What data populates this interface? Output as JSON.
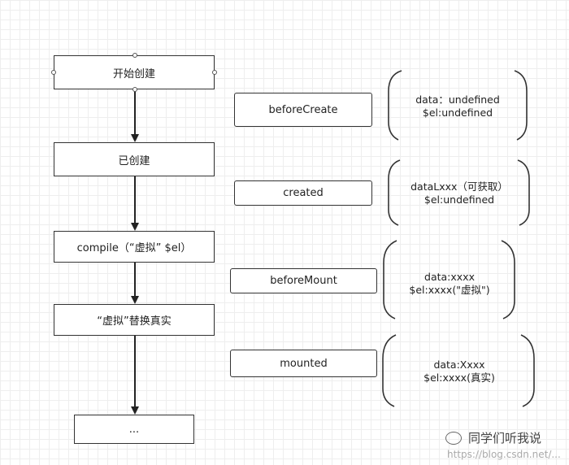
{
  "flow_steps": [
    "开始创建",
    "已创建",
    "compile（“虚拟” $el）",
    "“虚拟”替换真实",
    "..."
  ],
  "hooks": [
    "beforeCreate",
    "created",
    "beforeMount",
    "mounted"
  ],
  "notes": [
    {
      "line1": "data：undefined",
      "line2": "$el:undefined"
    },
    {
      "line1": "dataLxxx（可获取）",
      "line2": "$el:undefined"
    },
    {
      "line1": "data:xxxx",
      "line2": "$el:xxxx(\"虚拟\")"
    },
    {
      "line1": "data:Xxxx",
      "line2": "$el:xxxx(真实)"
    }
  ],
  "watermark": {
    "main": "同学们听我说",
    "sub": "https://blog.csdn.net/..."
  }
}
